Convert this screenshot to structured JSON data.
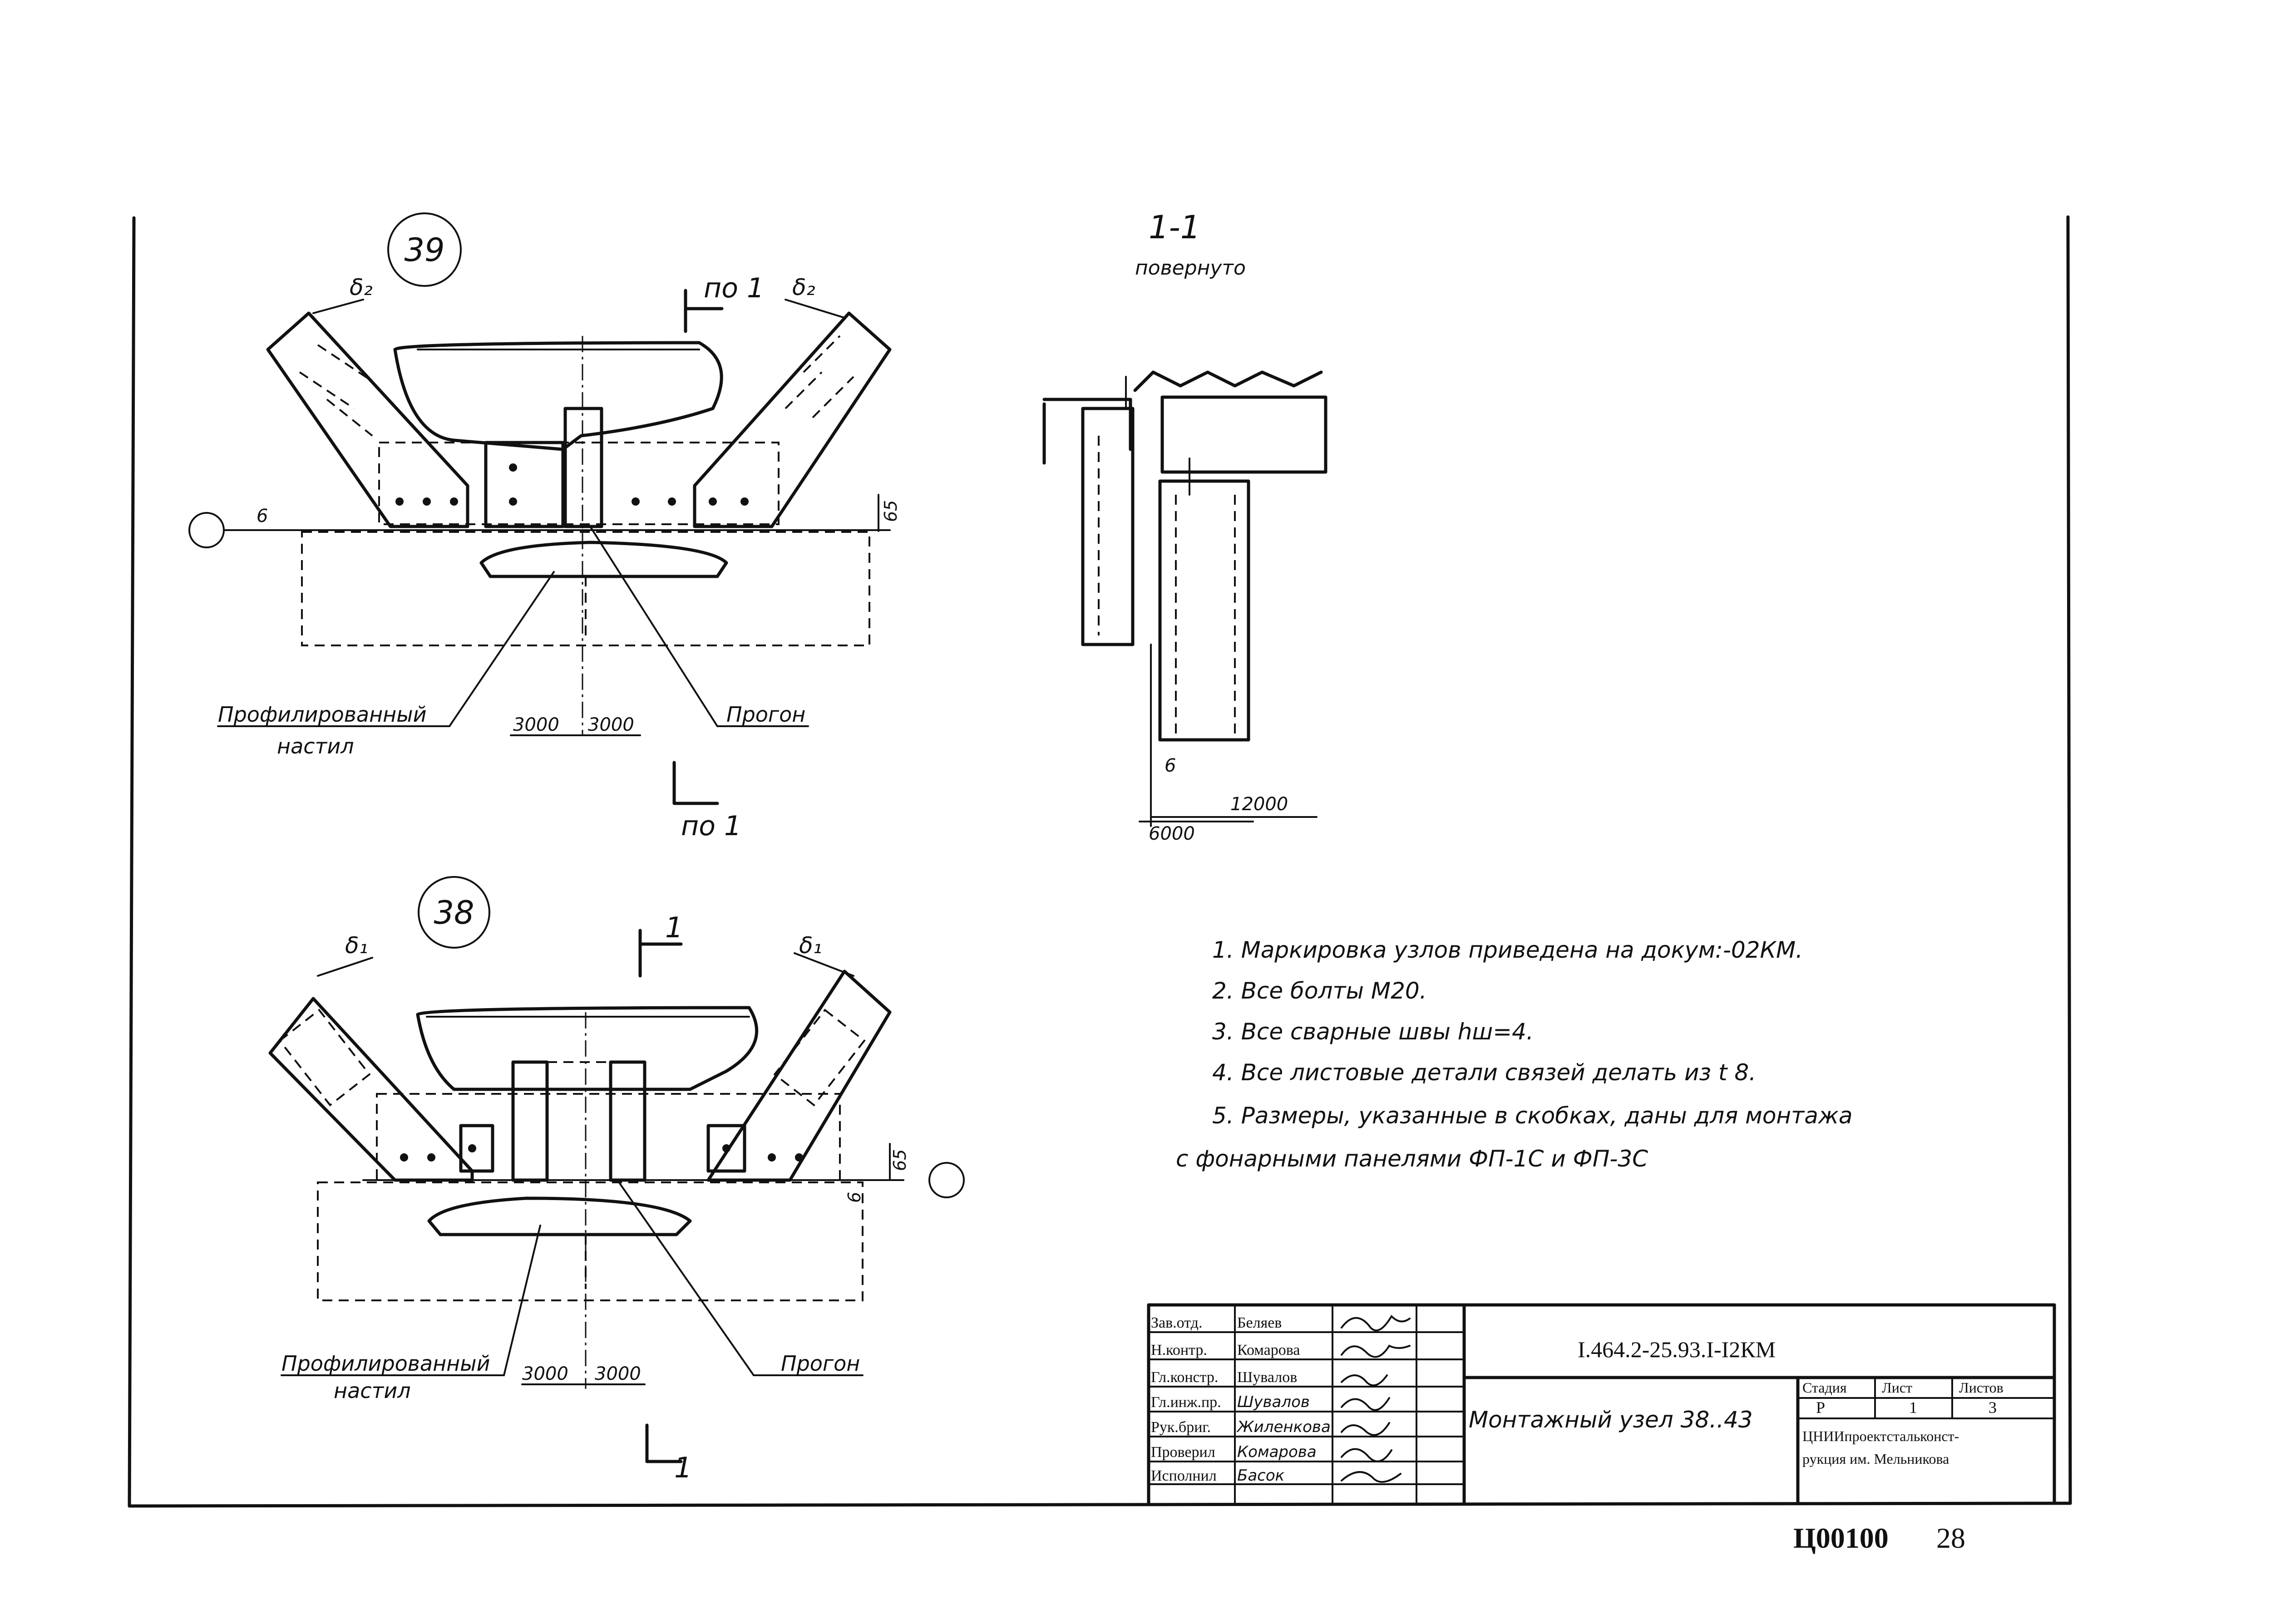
{
  "detail_39": {
    "marker": "39",
    "section_top": "по 1",
    "section_bottom": "по 1",
    "delta_left": "δ₂",
    "delta_right": "δ₂",
    "weld_mark": "6",
    "dim_65": "65",
    "dim_left": "3000",
    "dim_right": "3000",
    "label_deck_1": "Профилированный",
    "label_deck_2": "настил",
    "label_purlin": "Прогон"
  },
  "section_1_1": {
    "title": "1-1",
    "subtitle": "повернуто",
    "weld_mark": "6",
    "dim_12000": "12000",
    "dim_6000": "6000"
  },
  "detail_38": {
    "marker": "38",
    "section_top": "1",
    "section_bottom": "1",
    "delta_left": "δ₁",
    "delta_right": "δ₁",
    "weld_mark": "6",
    "dim_65": "65",
    "dim_left": "3000",
    "dim_right": "3000",
    "label_deck_1": "Профилированный",
    "label_deck_2": "настил",
    "label_purlin": "Прогон"
  },
  "notes": [
    "1. Маркировка   узлов   приведена   на докум:-02КМ.",
    "2. Все  болты  М20.",
    "3. Все  сварные  швы  hш=4.",
    "4. Все листовые детали связей делать из t 8.",
    "5. Размеры, указанные  в скобках, даны для монтажа",
    "с  фонарными  панелями  ФП-1С  и  ФП-3С"
  ],
  "title_block": {
    "doc_code": "I.464.2-25.93.I-I2КМ",
    "title": "Монтажный  узел 38..43",
    "roles": [
      {
        "role": "Зав.отд.",
        "name": "Беляев"
      },
      {
        "role": "Н.контр.",
        "name": "Комарова"
      },
      {
        "role": "Гл.констр.",
        "name": "Шувалов"
      },
      {
        "role": "Гл.инж.пр.",
        "name": "Шувалов"
      },
      {
        "role": "Рук.бриг.",
        "name": "Жиленкова"
      },
      {
        "role": "Проверил",
        "name": "Комарова"
      },
      {
        "role": "Исполнил",
        "name": "Басок"
      }
    ],
    "stage_header": "Стадия",
    "sheet_header": "Лист",
    "sheets_header": "Листов",
    "stage": "Р",
    "sheet": "1",
    "sheets": "3",
    "org_line1": "ЦНИИпроектстальконст-",
    "org_line2": "рукция им. Мельникова"
  },
  "footer": {
    "archive_no": "Ц00100",
    "page_no": "28"
  }
}
